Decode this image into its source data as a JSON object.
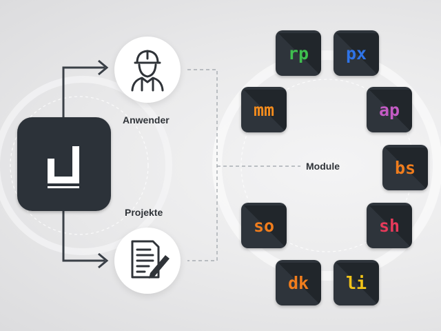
{
  "nodes": {
    "user_label": "Anwender",
    "project_label": "Projekte",
    "modules_label": "Module"
  },
  "modules": [
    {
      "code": "rp",
      "color": "#3fbf4f"
    },
    {
      "code": "px",
      "color": "#2f74e8"
    },
    {
      "code": "mm",
      "color": "#f08a1d"
    },
    {
      "code": "ap",
      "color": "#c35bc4"
    },
    {
      "code": "bs",
      "color": "#f07d1d"
    },
    {
      "code": "so",
      "color": "#f07d1d"
    },
    {
      "code": "sh",
      "color": "#e63a5a"
    },
    {
      "code": "dk",
      "color": "#f07d1d"
    },
    {
      "code": "li",
      "color": "#f2c418"
    }
  ],
  "colors": {
    "tile": "#2c3239",
    "connector": "#3a4047",
    "dashed": "#9aa0a6"
  },
  "icons": {
    "app": "d-logo-icon",
    "user": "construction-worker-icon",
    "project": "document-pencil-icon",
    "arrow": "arrow-right-icon"
  }
}
